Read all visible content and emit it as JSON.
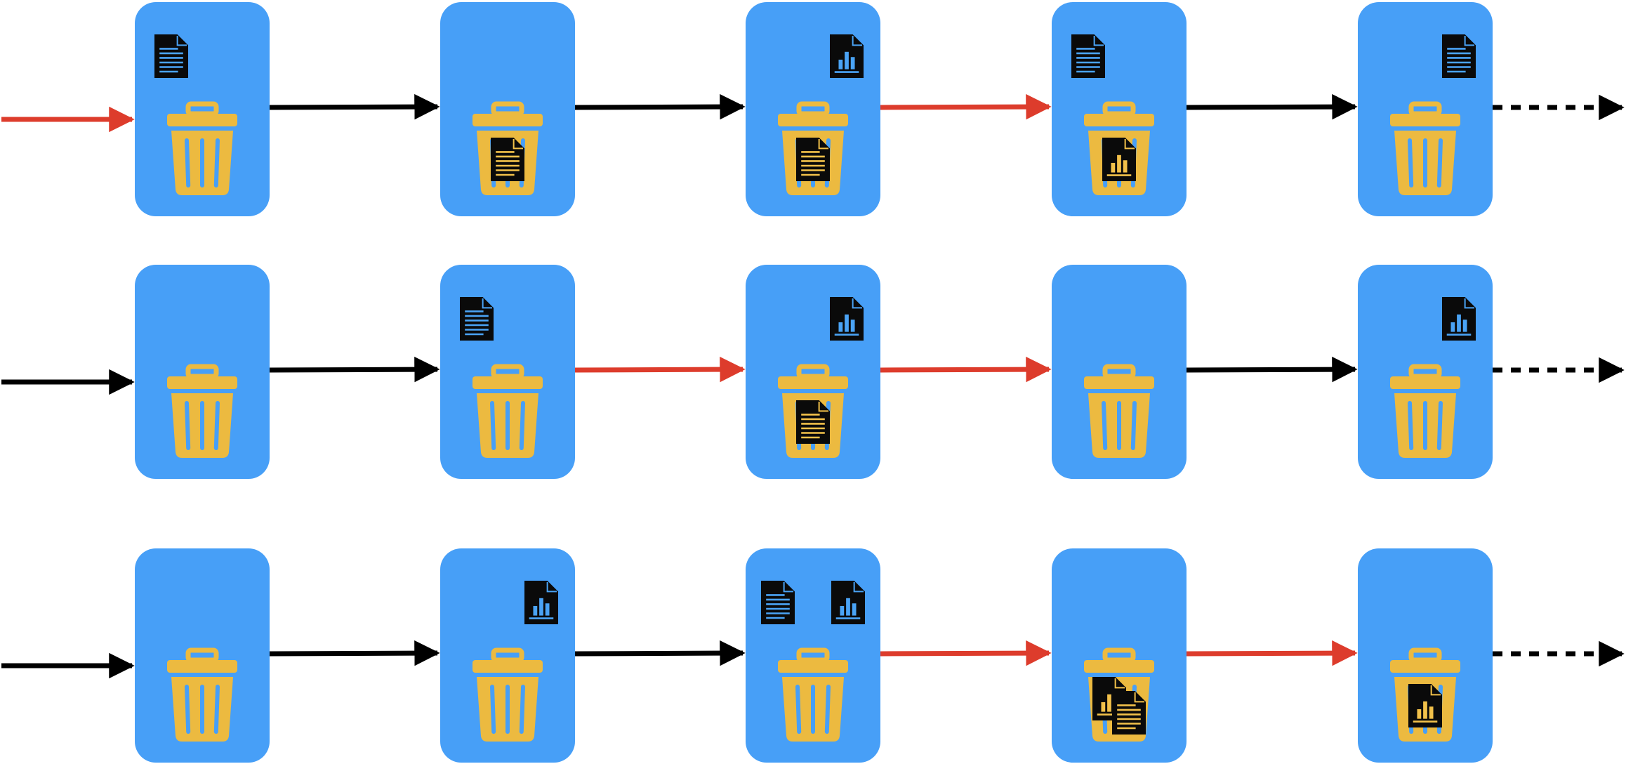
{
  "colors": {
    "card": "#479ff7",
    "bin": "#ecba40",
    "doc_fill": "#0a0a0a",
    "doc_line_on_card": "#4aa3f5",
    "doc_line_on_bin": "#f2c14a",
    "arrow_normal": "#000000",
    "arrow_highlight": "#dd3c2c"
  },
  "icons": {
    "card": "card",
    "bin": "trash-bin-icon",
    "text_doc": "text-document-icon",
    "chart_doc": "chart-document-icon",
    "arrow": "arrow",
    "continuation": "dotted-arrow"
  },
  "rows": [
    {
      "entry_arrow": "highlight",
      "continues": true,
      "steps": [
        {
          "on_card": [
            "text"
          ],
          "in_bin": []
        },
        {
          "on_card": [],
          "in_bin": [
            "text"
          ]
        },
        {
          "on_card": [
            "chart"
          ],
          "in_bin": [
            "text"
          ]
        },
        {
          "on_card": [
            "text"
          ],
          "in_bin": [
            "chart"
          ]
        },
        {
          "on_card": [
            "text"
          ],
          "in_bin": []
        }
      ],
      "links": [
        "normal",
        "normal",
        "highlight",
        "normal"
      ]
    },
    {
      "entry_arrow": "normal",
      "continues": true,
      "steps": [
        {
          "on_card": [],
          "in_bin": []
        },
        {
          "on_card": [
            "text"
          ],
          "in_bin": []
        },
        {
          "on_card": [
            "chart"
          ],
          "in_bin": [
            "text"
          ]
        },
        {
          "on_card": [],
          "in_bin": []
        },
        {
          "on_card": [
            "chart"
          ],
          "in_bin": []
        }
      ],
      "links": [
        "normal",
        "highlight",
        "highlight",
        "normal"
      ]
    },
    {
      "entry_arrow": "normal",
      "continues": true,
      "steps": [
        {
          "on_card": [],
          "in_bin": []
        },
        {
          "on_card": [
            "chart"
          ],
          "in_bin": []
        },
        {
          "on_card": [
            "text",
            "chart"
          ],
          "in_bin": []
        },
        {
          "on_card": [],
          "in_bin": [
            "chart",
            "text"
          ]
        },
        {
          "on_card": [],
          "in_bin": [
            "chart"
          ]
        }
      ],
      "links": [
        "normal",
        "normal",
        "highlight",
        "highlight"
      ]
    }
  ]
}
